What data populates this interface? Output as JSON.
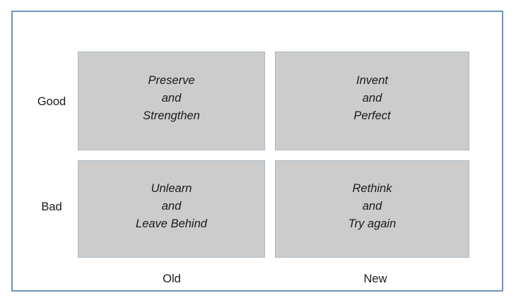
{
  "diagram": {
    "type": "2x2-matrix",
    "frame": {
      "border_color": "#6f94bc",
      "background_color": "#ffffff"
    },
    "cell_style": {
      "fill_color": "#cccccc",
      "border_color": "#a9b8c6",
      "text_color": "#1a1a1a",
      "text_style": "italic"
    },
    "axes": {
      "y_axis": {
        "top_label": "Good",
        "bottom_label": "Bad"
      },
      "x_axis": {
        "left_label": "Old",
        "right_label": "New"
      }
    },
    "quadrants": [
      {
        "id": "good-old",
        "position": "top-left",
        "x": "Old",
        "y": "Good",
        "text": "Preserve\nand\nStrengthen",
        "lines": [
          "Preserve",
          "and",
          "Strengthen"
        ]
      },
      {
        "id": "good-new",
        "position": "top-right",
        "x": "New",
        "y": "Good",
        "text": "Invent\nand\nPerfect",
        "lines": [
          "Invent",
          "and",
          "Perfect"
        ]
      },
      {
        "id": "bad-old",
        "position": "bottom-left",
        "x": "Old",
        "y": "Bad",
        "text": "Unlearn\nand\nLeave Behind",
        "lines": [
          "Unlearn",
          "and",
          "Leave Behind"
        ]
      },
      {
        "id": "bad-new",
        "position": "bottom-right",
        "x": "New",
        "y": "Bad",
        "text": "Rethink\nand\nTry again",
        "lines": [
          "Rethink",
          "and",
          "Try again"
        ]
      }
    ]
  }
}
